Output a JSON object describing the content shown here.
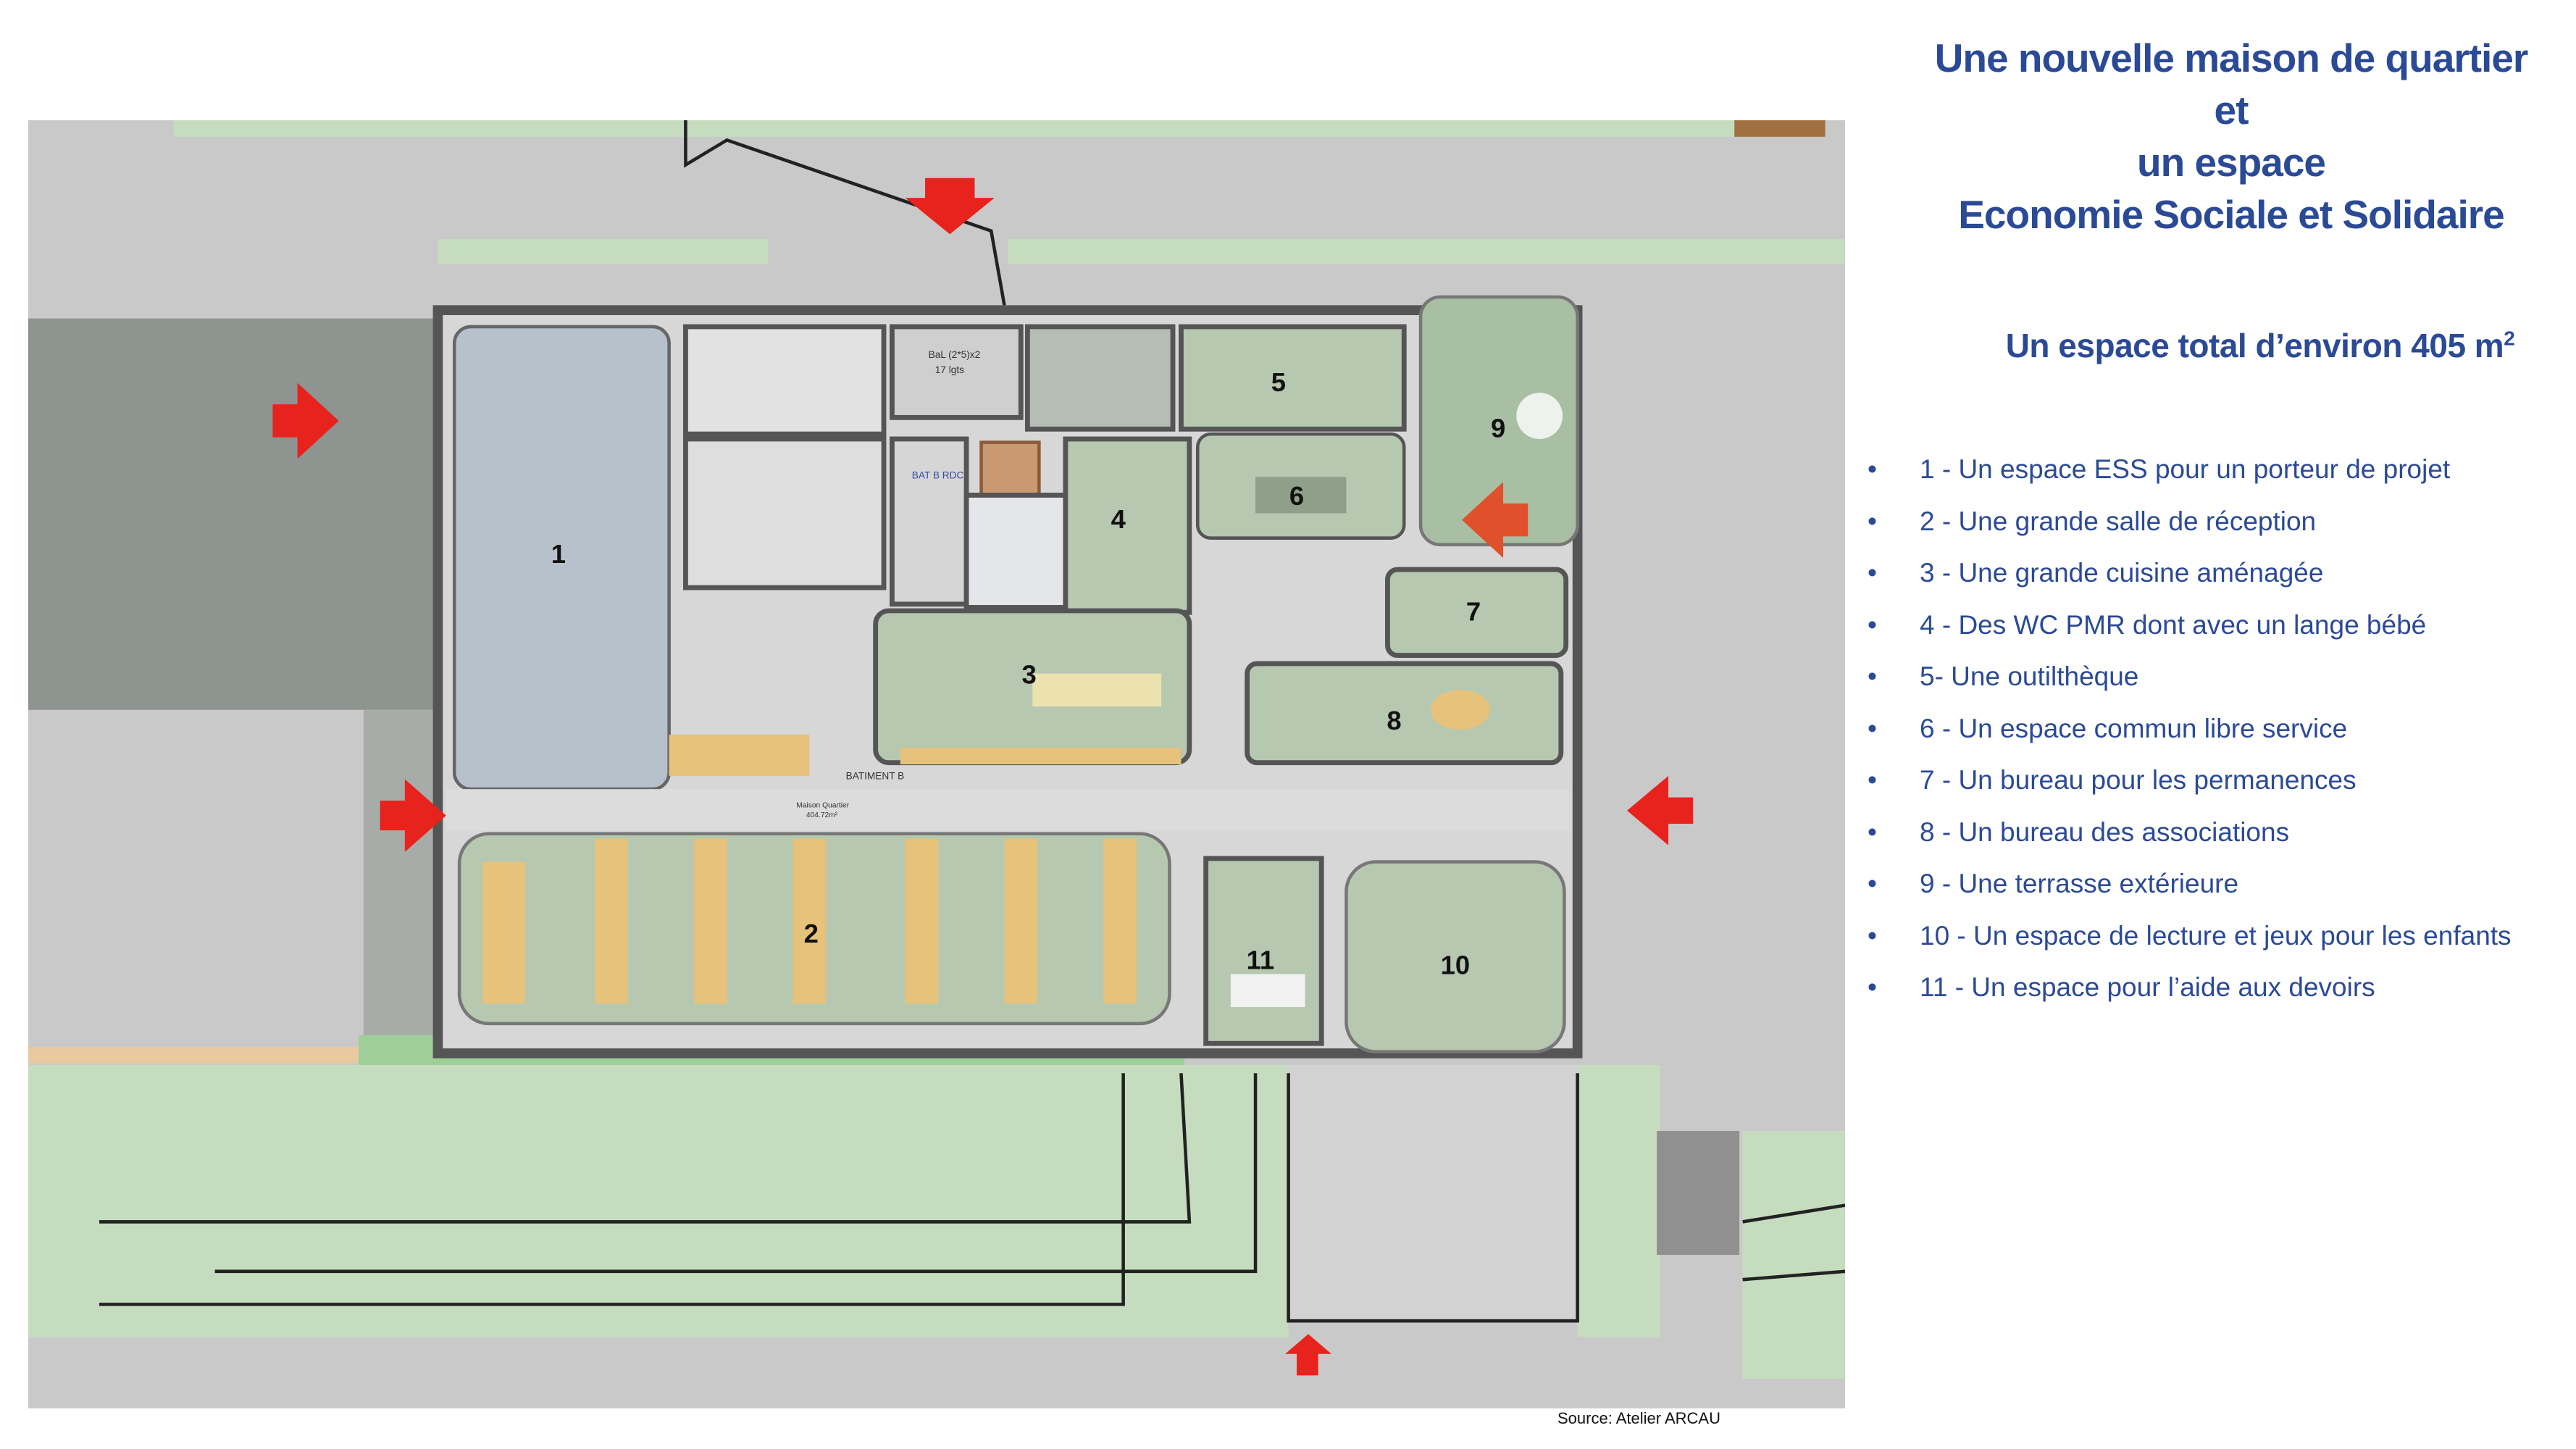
{
  "title": {
    "lines": [
      "Une nouvelle maison de quartier",
      "et",
      "un espace",
      "Economie Sociale et Solidaire"
    ]
  },
  "subtitle": {
    "text": "Un espace  total  d’environ 405 m",
    "sup": "2"
  },
  "rooms": [
    {
      "text": "1 - Un espace ESS pour un porteur de projet"
    },
    {
      "text": "2 - Une grande salle de réception"
    },
    {
      "text": "3 - Une grande cuisine aménagée"
    },
    {
      "text": "4 - Des WC PMR dont avec un lange bébé"
    },
    {
      "text": "5- Une outilthèque"
    },
    {
      "text": "6 - Un espace commun libre service"
    },
    {
      "text": "7 - Un bureau pour les permanences"
    },
    {
      "text": "8 - Un bureau des associations"
    },
    {
      "text": "9 - Une terrasse extérieure"
    },
    {
      "text": "10 - Un espace de lecture et jeux pour les enfants"
    },
    {
      "text": "11 - Un espace pour l’aide aux devoirs"
    }
  ],
  "bullet_glyph": "•",
  "plan": {
    "room_numbers": [
      "1",
      "2",
      "3",
      "4",
      "5",
      "6",
      "7",
      "8",
      "9",
      "10",
      "11"
    ],
    "labels": {
      "bat_b_rdc": "BAT B RDC",
      "batiment_b": "BATIMENT B",
      "maison_quartier": "Maison Quartier",
      "area": "404.72m²",
      "bal": "BaL (2*5)x2",
      "lgts": "17 lgts"
    },
    "colors": {
      "ground": "#c8c8c8",
      "room_green": "#b6c8b0",
      "room_blue": "#b8c2cc",
      "wall": "#555555",
      "lawn": "#c8dcc0",
      "arrow": "#e8221c",
      "table": "#e6c27a"
    }
  },
  "source": "Source: Atelier  ARCAU",
  "text_color": "#2b4a96"
}
